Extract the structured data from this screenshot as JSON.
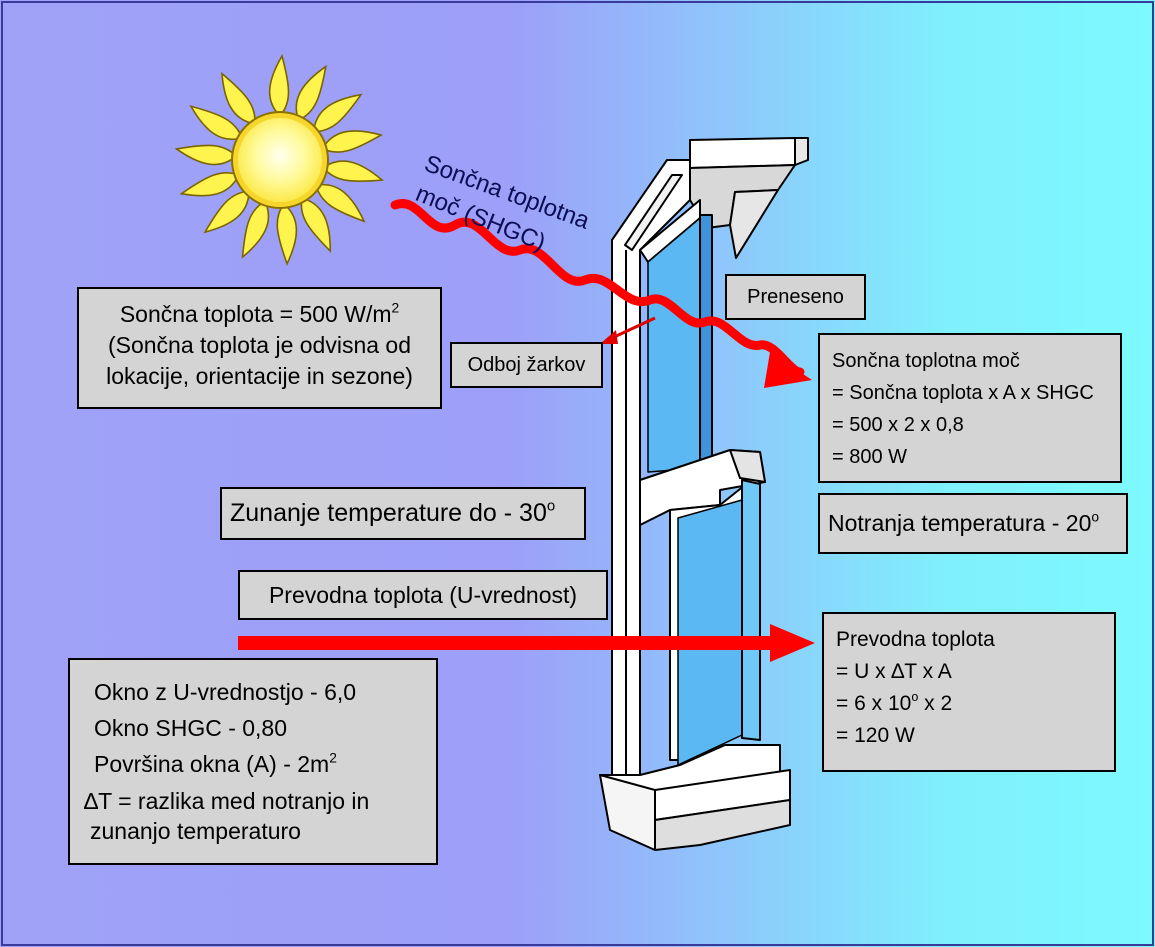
{
  "colors": {
    "background_left": "#9fa2f7",
    "background_right": "#7dfafe",
    "box_fill": "#d4d4d4",
    "arrow_red": "#ff0000",
    "glass_blue": "#5cb8f2",
    "sun_yellow": "#fff34d"
  },
  "shgc_label": {
    "line1": "Sončna toplotna",
    "line2": "moč (SHGC)"
  },
  "solar_heat_box": {
    "line1_pre": "Sončna toplota = 500 W/m",
    "line1_sup": "2",
    "line2": "(Sončna toplota je odvisna od",
    "line3": "lokacije, orientacije in sezone)"
  },
  "reflection_label": "Odboj žarkov",
  "transmitted_label": "Preneseno",
  "shgc_formula_box": {
    "line1": "Sončna toplotna moč",
    "line2": "= Sončna toplota x A x SHGC",
    "line3": "= 500 x 2 x 0,8",
    "line4": "= 800 W"
  },
  "outside_temp": {
    "text": "Zunanje temperature do - 30",
    "sup": "o"
  },
  "inside_temp": {
    "text": "Notranja temperatura - 20",
    "sup": "o"
  },
  "conduction_label": "Prevodna toplota (U-vrednost)",
  "conduction_formula_box": {
    "line1": "Prevodna toplota",
    "line2": "= U x ∆T x A",
    "line3_pre": "= 6 x 10",
    "line3_sup": "o",
    "line3_post": " x 2",
    "line4": "= 120 W"
  },
  "window_specs_box": {
    "line1": "Okno z U-vrednostjo - 6,0",
    "line2": "Okno SHGC - 0,80",
    "line3_pre": "Površina okna (A) - 2m",
    "line3_sup": "2",
    "line4": "∆T = razlika med notranjo in",
    "line5": "zunanjo temperaturo"
  }
}
